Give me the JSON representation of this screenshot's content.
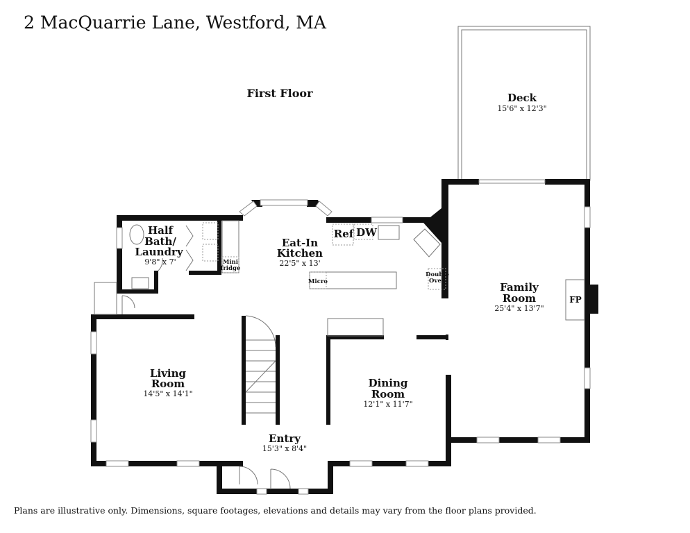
{
  "title": "2 MacQuarrie Lane, Westford, MA",
  "floor_label": "First Floor",
  "disclaimer": "Plans are illustrative only. Dimensions, square footages, elevations and details may vary from the floor plans provided.",
  "rooms": {
    "deck": {
      "name": "Deck",
      "dims": "15'6\" x 12'3\""
    },
    "half_bath": {
      "name1": "Half",
      "name2": "Bath/",
      "name3": "Laundry",
      "dims": "9'8\" x 7'"
    },
    "kitchen": {
      "name1": "Eat-In",
      "name2": "Kitchen",
      "dims": "22'5\" x 13'"
    },
    "family": {
      "name1": "Family",
      "name2": "Room",
      "dims": "25'4\" x 13'7\""
    },
    "living": {
      "name1": "Living",
      "name2": "Room",
      "dims": "14'5\" x 14'1\""
    },
    "dining": {
      "name1": "Dining",
      "name2": "Room",
      "dims": "12'1\" x 11'7\""
    },
    "entry": {
      "name": "Entry",
      "dims": "15'3\" x 8'4\""
    }
  },
  "fixtures": {
    "ref": "Ref",
    "dw": "DW",
    "mini1": "Mini",
    "mini2": "fridge",
    "micro": "Micro",
    "oven1": "Double",
    "oven2": "Oven",
    "fp": "FP"
  }
}
